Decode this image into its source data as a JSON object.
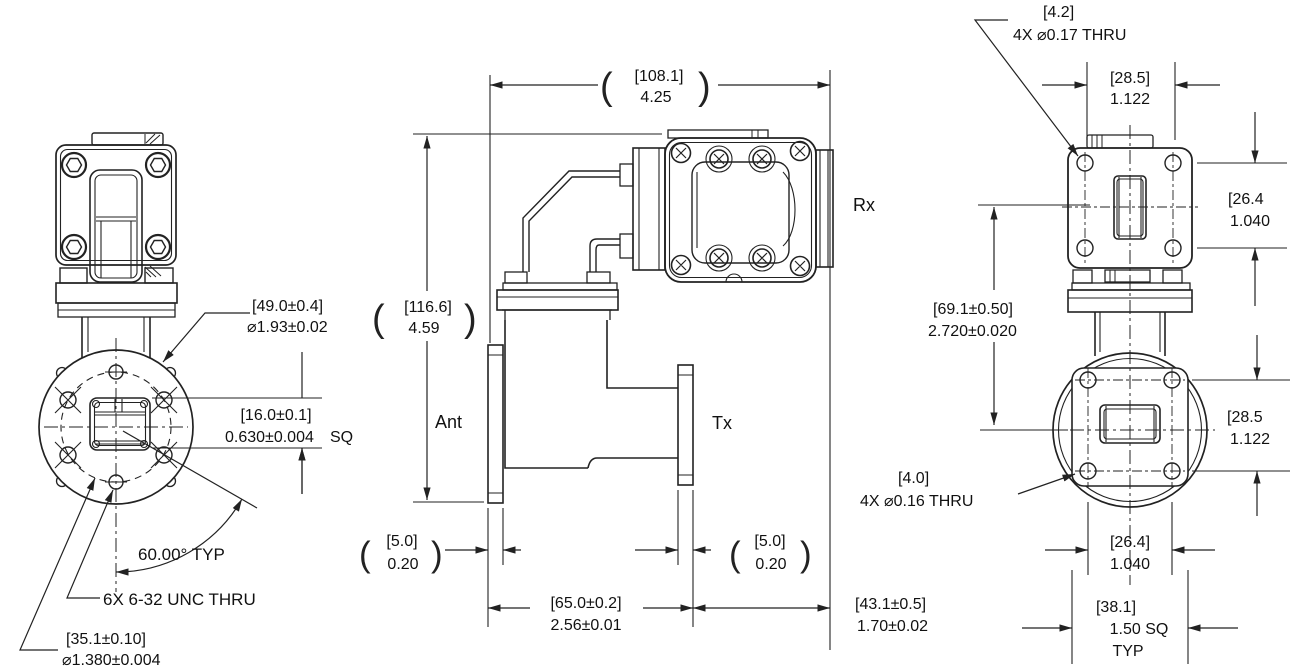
{
  "symbols": {
    "paren_open": "(",
    "paren_close": ")"
  },
  "labels": {
    "rx": "Rx",
    "ant": "Ant",
    "tx": "Tx"
  },
  "front_view": {
    "flange_od": {
      "mm": "[49.0±0.4]",
      "in": "⌀1.93±0.02"
    },
    "square_aperture": {
      "mm": "[16.0±0.1]",
      "in": "0.630±0.004",
      "suffix": "SQ"
    },
    "hole_angle": "60.00° TYP",
    "hole_spec": "6X 6-32 UNC THRU",
    "bolt_circle": {
      "mm": "[35.1±0.10]",
      "in": "⌀1.380±0.004"
    }
  },
  "side_view": {
    "overall_width": {
      "mm": "[108.1]",
      "in": "4.25"
    },
    "overall_height": {
      "mm": "[116.6]",
      "in": "4.59"
    },
    "ant_flange_thickness": {
      "mm": "[5.0]",
      "in": "0.20"
    },
    "tx_flange_thickness": {
      "mm": "[5.0]",
      "in": "0.20"
    },
    "ant_to_tx": {
      "mm": "[65.0±0.2]",
      "in": "2.56±0.01"
    },
    "tx_to_rx": {
      "mm": "[43.1±0.5]",
      "in": "1.70±0.02"
    }
  },
  "rear_view": {
    "rx_mount_holes": {
      "mm": "[4.2]",
      "in": "4X ⌀0.17 THRU"
    },
    "rx_hole_pitch_w": {
      "mm": "[28.5]",
      "in": "1.122"
    },
    "rx_hole_pitch_h": {
      "mm": "[26.4",
      "in": "1.040"
    },
    "rx_to_ant_axis": {
      "mm": "[69.1±0.50]",
      "in": "2.720±0.020"
    },
    "ant_mount_holes": {
      "mm": "[4.0]",
      "in": "4X ⌀0.16 THRU"
    },
    "ant_hole_pitch_v": {
      "mm": "[28.5",
      "in": "1.122"
    },
    "ant_hole_pitch_h": {
      "mm": "[26.4]",
      "in": "1.040"
    },
    "ant_plate_sq": {
      "mm": "[38.1]",
      "in": "1.50  SQ",
      "suffix": "TYP"
    }
  }
}
